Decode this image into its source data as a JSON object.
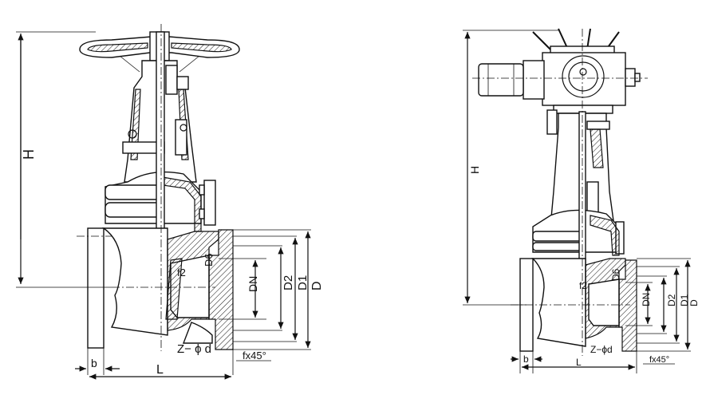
{
  "manual_valve": {
    "labels": {
      "H": "H",
      "b": "b",
      "L": "L",
      "D": "D",
      "D1": "D1",
      "D2": "D2",
      "DN": "DN",
      "D6": "D6",
      "f2": "f2",
      "z_phi_d": "Z− ϕ d",
      "fx45": "fx45°"
    }
  },
  "electric_valve": {
    "labels": {
      "H": "H",
      "b": "b",
      "L": "L",
      "D": "D",
      "D1": "D1",
      "D2": "D2",
      "DN": "DN",
      "D6": "D6",
      "f2": "f2",
      "z_phi_d": "Z−ϕd",
      "fx45": "fx45°"
    }
  }
}
